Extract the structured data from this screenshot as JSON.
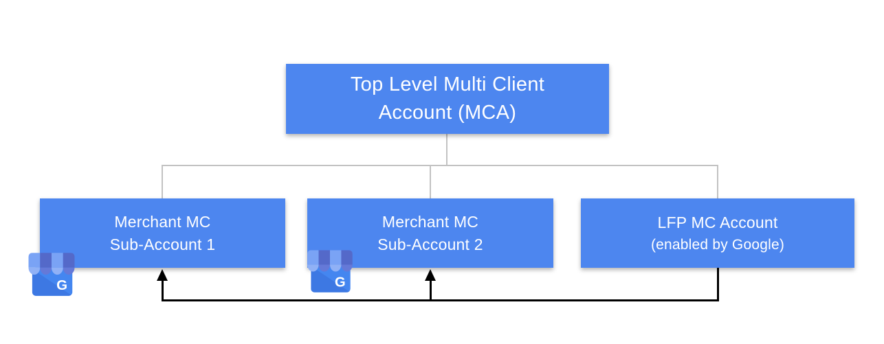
{
  "diagram": {
    "description": "Merchant Center account hierarchy",
    "nodes": {
      "root": {
        "line1": "Top Level Multi Client",
        "line2": "Account (MCA)"
      },
      "sub1": {
        "line1": "Merchant MC",
        "line2": "Sub-Account 1"
      },
      "sub2": {
        "line1": "Merchant MC",
        "line2": "Sub-Account 2"
      },
      "lfp": {
        "line1": "LFP MC Account",
        "line2": "(enabled by Google)"
      }
    },
    "edges": {
      "gray_tree": [
        "root->sub1",
        "root->sub2",
        "root->lfp"
      ],
      "black_arrows": [
        "lfp->sub1",
        "lfp->sub2"
      ]
    },
    "icons": {
      "business_letter": "G"
    },
    "colors": {
      "node_fill": "#4d86ef",
      "node_text": "#ffffff",
      "tree_connector": "#c2c2c2",
      "arrow": "#000000",
      "icon_body": "#4486f0",
      "icon_body_shade": "#3d78e3",
      "icon_stripe_light": "#7aa3f5",
      "icon_stripe_dark": "#5469c9",
      "icon_scallop_light": "#90b1f6",
      "icon_scallop_dark": "#6579d8"
    }
  }
}
